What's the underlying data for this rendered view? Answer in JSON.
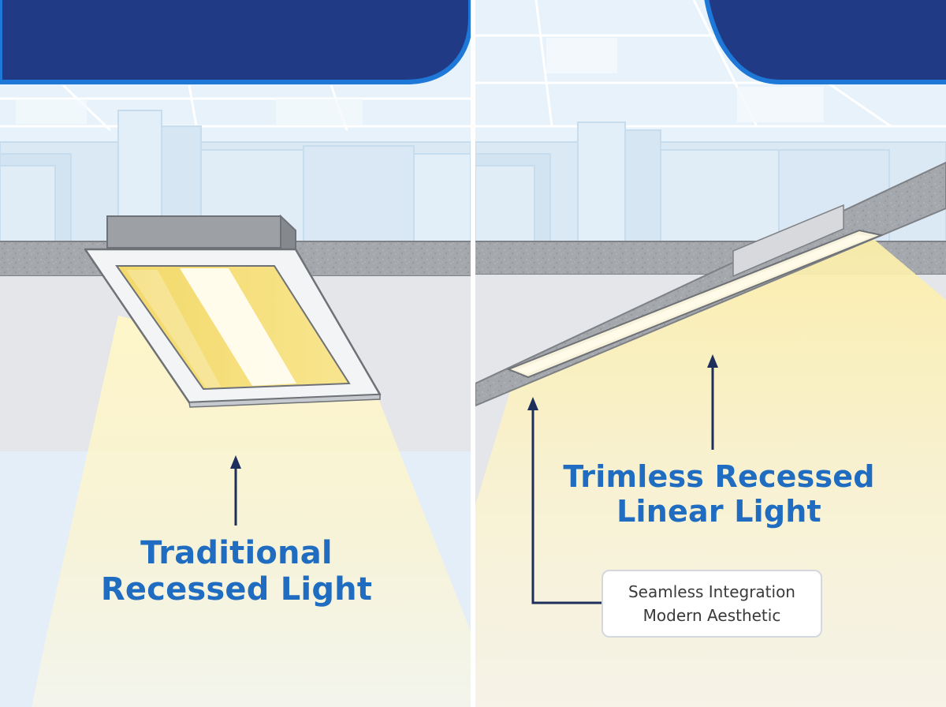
{
  "panels": {
    "traditional": {
      "title_line1": "Traditional",
      "title_line2": "Recessed Light"
    },
    "trimless": {
      "title_line1": "Trimless Recessed",
      "title_line2": "Linear Light",
      "callout_line1": "Seamless Integration",
      "callout_line2": "Modern Aesthetic"
    }
  },
  "colors": {
    "title_blue": "#1f6cc0",
    "header_navy": "#213a86",
    "header_outline": "#1d78d8",
    "arrow_navy": "#1e2f5c",
    "light_glow": "#fbeea0"
  }
}
